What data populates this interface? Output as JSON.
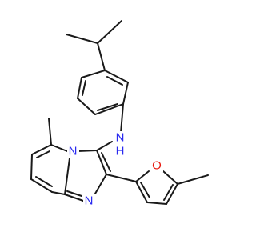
{
  "molecule": {
    "atom_labels": {
      "nh": "N",
      "nh_h": "H",
      "n_bridge": "N",
      "n_ring": "N",
      "o_furan": "O"
    },
    "colors": {
      "bond": "#1a1a1a",
      "nitrogen": "#2a2af0",
      "oxygen": "#e8190f"
    }
  }
}
